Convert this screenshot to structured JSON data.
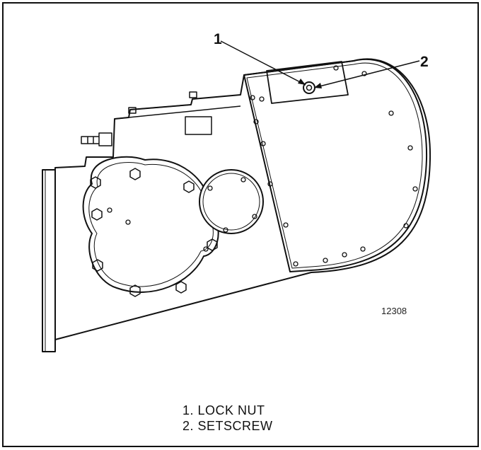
{
  "figure": {
    "number": "12308",
    "callouts": [
      {
        "id": "1",
        "label": "1"
      },
      {
        "id": "2",
        "label": "2"
      }
    ],
    "legend": [
      "1. LOCK NUT",
      "2. SETSCREW"
    ],
    "line_color": "#111111",
    "background": "#ffffff"
  }
}
